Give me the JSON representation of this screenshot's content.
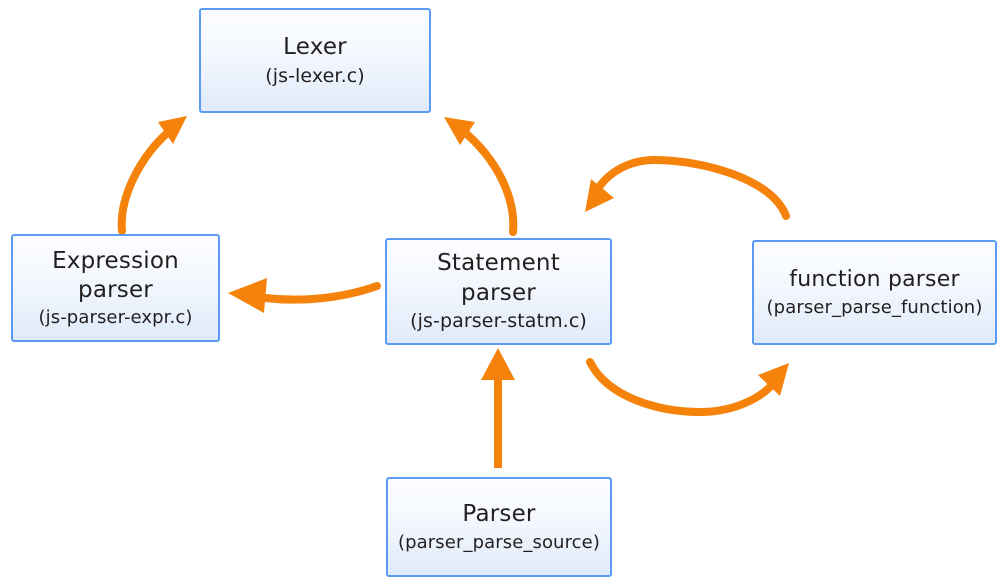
{
  "diagram": {
    "type": "flow-diagram",
    "background_color": "#ffffff",
    "node_border_color": "#5b9bf5",
    "arrow_color": "#f5820b",
    "nodes": [
      {
        "id": "lexer",
        "title": "Lexer",
        "subtitle": "(js-lexer.c)"
      },
      {
        "id": "expression-parser",
        "title": "Expression\nparser",
        "subtitle": "(js-parser-expr.c)"
      },
      {
        "id": "statement-parser",
        "title": "Statement\nparser",
        "subtitle": "(js-parser-statm.c)"
      },
      {
        "id": "function-parser",
        "title": "function parser",
        "subtitle": "(parser_parse_function)"
      },
      {
        "id": "parser",
        "title": "Parser",
        "subtitle": "(parser_parse_source)"
      }
    ],
    "edges": [
      {
        "id": "expression-to-lexer",
        "from": "expression-parser",
        "to": "lexer",
        "style": "curved"
      },
      {
        "id": "statement-to-lexer",
        "from": "statement-parser",
        "to": "lexer",
        "style": "curved"
      },
      {
        "id": "statement-to-expression",
        "from": "statement-parser",
        "to": "expression-parser",
        "style": "curved"
      },
      {
        "id": "function-to-statement",
        "from": "function-parser",
        "to": "statement-parser",
        "style": "arc-over"
      },
      {
        "id": "statement-to-function",
        "from": "statement-parser",
        "to": "function-parser",
        "style": "arc-under"
      },
      {
        "id": "parser-to-statement",
        "from": "parser",
        "to": "statement-parser",
        "style": "straight"
      }
    ]
  }
}
